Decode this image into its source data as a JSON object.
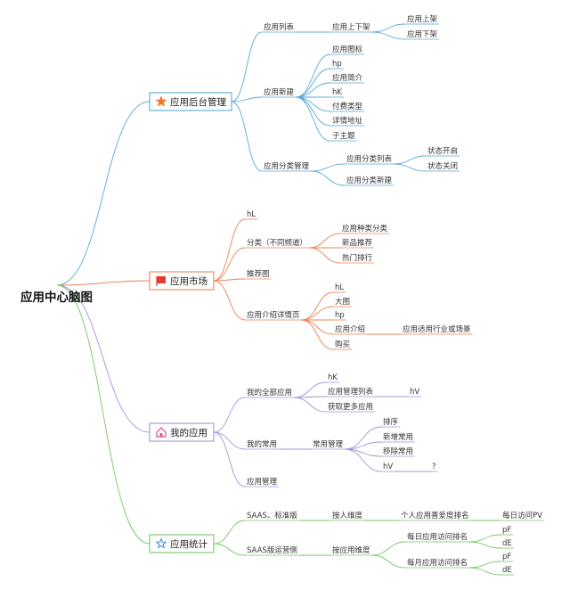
{
  "root": {
    "label": "应用中心脑图"
  },
  "colors": {
    "backend": "#5aa9d6",
    "market": "#ee8055",
    "mine": "#a693d8",
    "stats": "#78c567",
    "star_orange": "#ef7b2a",
    "flag_red": "#e33b2f",
    "house_pink": "#d9548e",
    "star_blue": "#3f8fd6"
  },
  "branches": [
    {
      "id": "backend",
      "label": "应用后台管理",
      "icon": "star-icon",
      "children": [
        {
          "label": "应用列表",
          "children": [
            {
              "label": "应用上下架",
              "children": [
                {
                  "label": "应用上架"
                },
                {
                  "label": "应用下架"
                }
              ]
            }
          ]
        },
        {
          "label": "应用新建",
          "children": [
            {
              "label": "应用图标"
            },
            {
              "label": "hp"
            },
            {
              "label": "应用简介"
            },
            {
              "label": "hK"
            },
            {
              "label": "付费类型"
            },
            {
              "label": "详情地址"
            },
            {
              "label": "子主题"
            }
          ]
        },
        {
          "label": "应用分类管理",
          "children": [
            {
              "label": "应用分类列表",
              "children": [
                {
                  "label": "状态开启"
                },
                {
                  "label": "状态关闭"
                }
              ]
            },
            {
              "label": "应用分类新建"
            }
          ]
        }
      ]
    },
    {
      "id": "market",
      "label": "应用市场",
      "icon": "flag-icon",
      "children": [
        {
          "label": "hL"
        },
        {
          "label": "分类（不同频道）",
          "children": [
            {
              "label": "应用种类分类"
            },
            {
              "label": "新品推荐"
            },
            {
              "label": "热门排行"
            }
          ]
        },
        {
          "label": "推荐图"
        },
        {
          "label": "应用介绍详情页",
          "children": [
            {
              "label": "hL"
            },
            {
              "label": "大图"
            },
            {
              "label": "hp"
            },
            {
              "label": "应用介绍",
              "children": [
                {
                  "label": "应用适用行业或场景"
                }
              ]
            },
            {
              "label": "购买"
            }
          ]
        }
      ]
    },
    {
      "id": "mine",
      "label": "我的应用",
      "icon": "house-icon",
      "children": [
        {
          "label": "我的全部应用",
          "children": [
            {
              "label": "hK"
            },
            {
              "label": "应用管理列表",
              "children": [
                {
                  "label": "hV"
                }
              ]
            },
            {
              "label": "获取更多应用"
            }
          ]
        },
        {
          "label": "我的常用",
          "children": [
            {
              "label": "常用管理",
              "children": [
                {
                  "label": "排序"
                },
                {
                  "label": "新增常用"
                },
                {
                  "label": "移除常用"
                },
                {
                  "label": "hV",
                  "children": [
                    {
                      "label": "?"
                    }
                  ]
                }
              ]
            }
          ]
        },
        {
          "label": "应用管理"
        }
      ]
    },
    {
      "id": "stats",
      "label": "应用统计",
      "icon": "star-outline-icon",
      "children": [
        {
          "label": "SAAS、标准版",
          "children": [
            {
              "label": "按人维度",
              "children": [
                {
                  "label": "个人应用喜爱度排名",
                  "children": [
                    {
                      "label": "每日访问PV"
                    }
                  ]
                }
              ]
            }
          ]
        },
        {
          "label": "SAAS版运营侧",
          "children": [
            {
              "label": "按应用维度",
              "children": [
                {
                  "label": "每日应用访问排名",
                  "children": [
                    {
                      "label": "pF"
                    },
                    {
                      "label": "dE"
                    }
                  ]
                },
                {
                  "label": "每月应用访问排名",
                  "children": [
                    {
                      "label": "pF"
                    },
                    {
                      "label": "dE"
                    }
                  ]
                }
              ]
            }
          ]
        }
      ]
    }
  ]
}
